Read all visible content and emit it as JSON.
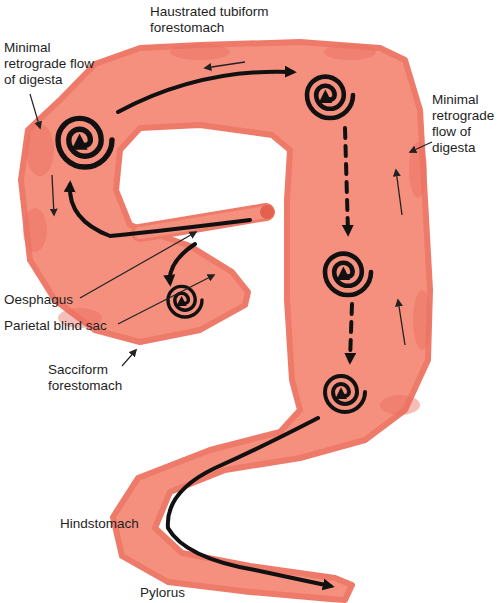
{
  "diagram": {
    "labels": [
      "Haustrated tubiform forestomach",
      "Minimal retrograde flow of digesta",
      "Minimal retrograde flow of digesta",
      "Oesphagus",
      "Parietal blind sac",
      "Sacciform forestomach",
      "Hindstomach",
      "Pylorus"
    ]
  }
}
